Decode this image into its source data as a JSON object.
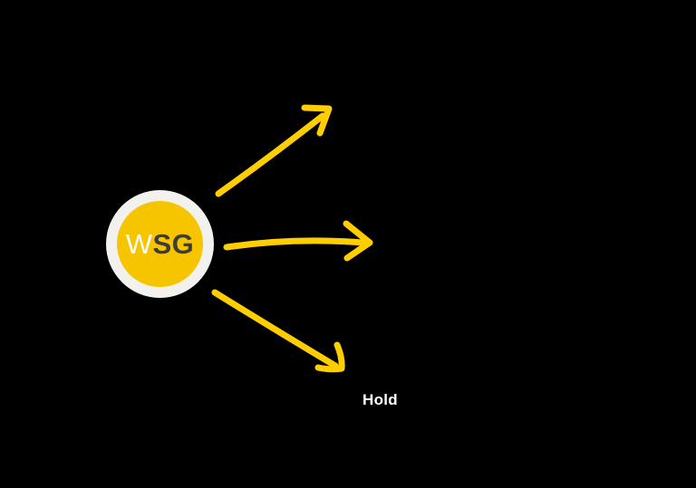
{
  "diagram": {
    "badge": {
      "label_light": "W",
      "label_dark": "SG"
    },
    "labels": {
      "hold": "Hold"
    },
    "colors": {
      "background": "#000000",
      "arrow_yellow": "#ffce00",
      "badge_yellow": "#f6c500",
      "badge_ring": "#f2f1ee",
      "badge_text_dark": "#3c3c3a",
      "badge_text_light": "#fbfbf9",
      "label_text": "#ffffff"
    }
  }
}
